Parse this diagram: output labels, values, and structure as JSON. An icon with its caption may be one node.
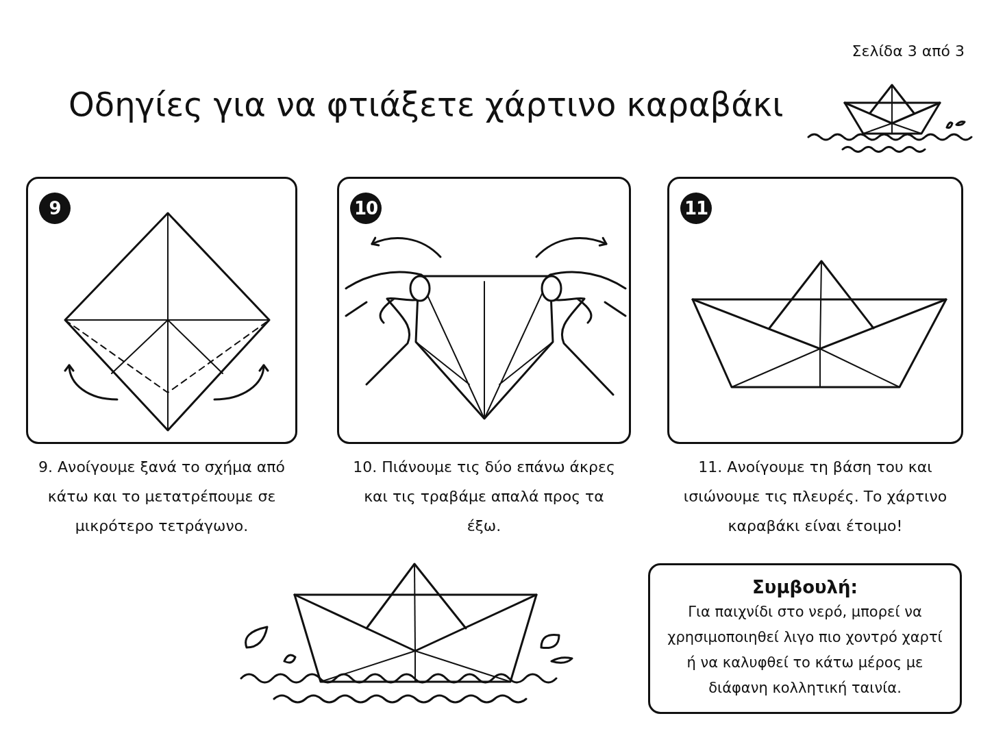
{
  "diagram": {
    "title": "Οδηγίες για να φτιάξετε χάρτινο καραβάκι",
    "nodes": [
      {
        "text": [],
        "shape": "box",
        "beside": [
          "9. Ανοίγουμε ξανά το σχήμα από κάτω και το μετατρέπουμε σε μικρότερο τετράγωνο."
        ]
      },
      {
        "text": [
          "9"
        ],
        "in": 0
      },
      {
        "text": [],
        "shape": "box",
        "beside": [
          "10. Πιάνουμε τις δύο επάνω άκρες και τις τραβάμε απαλά προς τα έξω."
        ]
      },
      {
        "text": [
          "10"
        ],
        "in": 2
      },
      {
        "text": [],
        "shape": "box",
        "beside": [
          "11. Ανοίγουμε τη βάση του και ισιώνουμε τις πλευρές. Το χάρτινο καραβάκι είναι έτοιμο!"
        ]
      },
      {
        "text": [
          "11"
        ],
        "in": 4
      },
      {
        "text": [
          "Συμβουλή:",
          "Για παιχνίδι στο νερό, μπορεί να χρησιμοποιηθεί λιγο πιο χοντρό χαρτί ή να καλυφθεί το κάτω μέρος με διάφανη κολλητική ταινία."
        ]
      }
    ],
    "edges": [],
    "labels": [
      "Σελίδα 3 από 3"
    ]
  }
}
